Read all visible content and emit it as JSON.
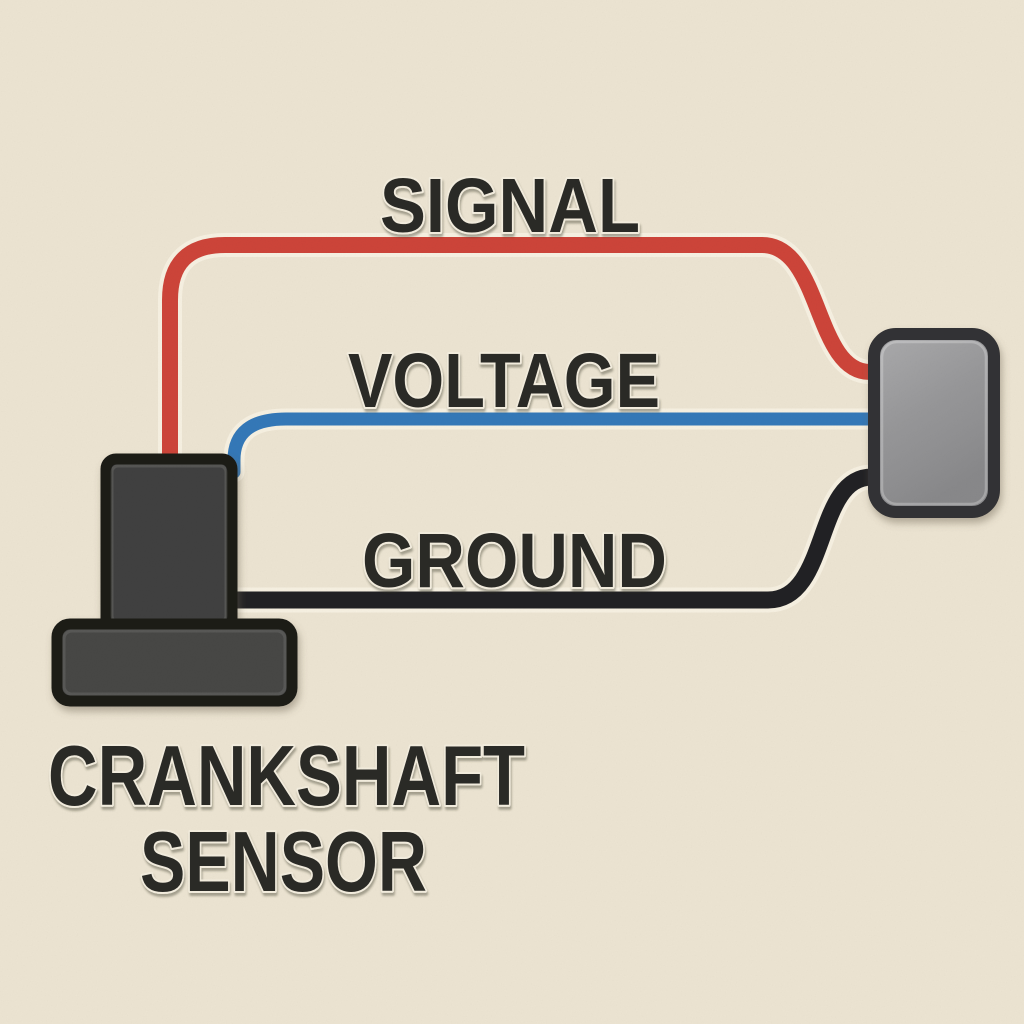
{
  "colors": {
    "background": "#ece4d2",
    "wire_halo": "#f7f1e2",
    "text": "#2b2a26",
    "sensor_body_fill": "#414140",
    "sensor_base_fill": "#474745",
    "sensor_outline": "#1a1a18",
    "connector_fill": "#919193",
    "connector_outline": "#333335"
  },
  "wires": [
    {
      "id": "signal",
      "label": "SIGNAL",
      "color": "#cd4439"
    },
    {
      "id": "voltage",
      "label": "VOLTAGE",
      "color": "#3478b8"
    },
    {
      "id": "ground",
      "label": "GROUND",
      "color": "#212124"
    }
  ],
  "sensor": {
    "label_line1": "CRANKSHAFT",
    "label_line2": "SENSOR"
  }
}
